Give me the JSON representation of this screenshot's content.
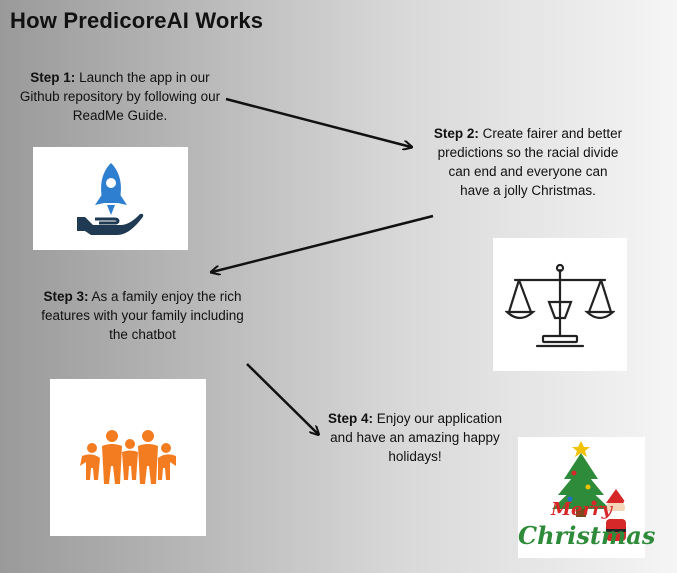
{
  "title": "How PredicoreAI Works",
  "steps": [
    {
      "label": "Step 1:",
      "text": "Launch the app in our Github repository by following our ReadMe Guide."
    },
    {
      "label": "Step 2:",
      "text": "Create fairer and better predictions so the racial divide can end and everyone can have a jolly Christmas."
    },
    {
      "label": "Step 3:",
      "text": "As a family enjoy the rich features with your family including the chatbot"
    },
    {
      "label": "Step 4:",
      "text": "Enjoy our application and have an amazing happy holidays!"
    }
  ],
  "images": {
    "step1": "rocket-in-hand-icon",
    "step2": "balance-scale-icon",
    "step3": "family-icon",
    "step4": "merry-christmas-illustration"
  },
  "colors": {
    "rocket_blue": "#2f7fd0",
    "hand_navy": "#1f3a52",
    "family_orange": "#f47c20",
    "tree_green": "#2e8b3a"
  }
}
